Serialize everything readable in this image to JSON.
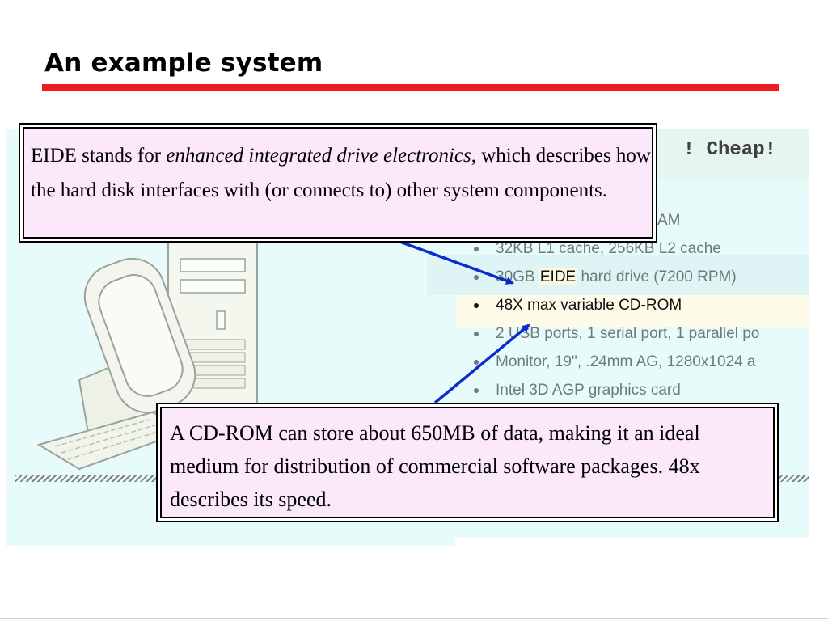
{
  "slide": {
    "title": "An example system",
    "accent_color": "#ee1c1c"
  },
  "ad": {
    "header_text": "! Cheap!",
    "spec_items": {
      "item0": "AM",
      "item1": "32KB L1 cache, 256KB L2 cache",
      "item2_prefix": "30GB",
      "item2_highlight": "EIDE",
      "item2_suffix": "hard drive (7200 RPM)",
      "item3": "48X max variable CD-ROM",
      "item4": "2 USB ports, 1 serial port, 1 parallel po",
      "item5": "Monitor, 19\", .24mm AG, 1280x1024 a",
      "item6": "Intel 3D AGP graphics card"
    },
    "background_color": "#e8fbfb",
    "illustration": "desktop-computer-icon"
  },
  "callouts": {
    "eide": {
      "text_before": "EIDE stands for ",
      "text_italic": "enhanced integrated drive electronics",
      "text_after": ", which describes how the hard disk interfaces with (or connects to) other system components."
    },
    "cdrom": {
      "text": "A CD-ROM can store about 650MB of data, making it an ideal medium for distribution of commercial software packages.  48x describes its speed."
    },
    "box_color": "#fbe8fb",
    "arrow_color": "#0a2ccc"
  }
}
